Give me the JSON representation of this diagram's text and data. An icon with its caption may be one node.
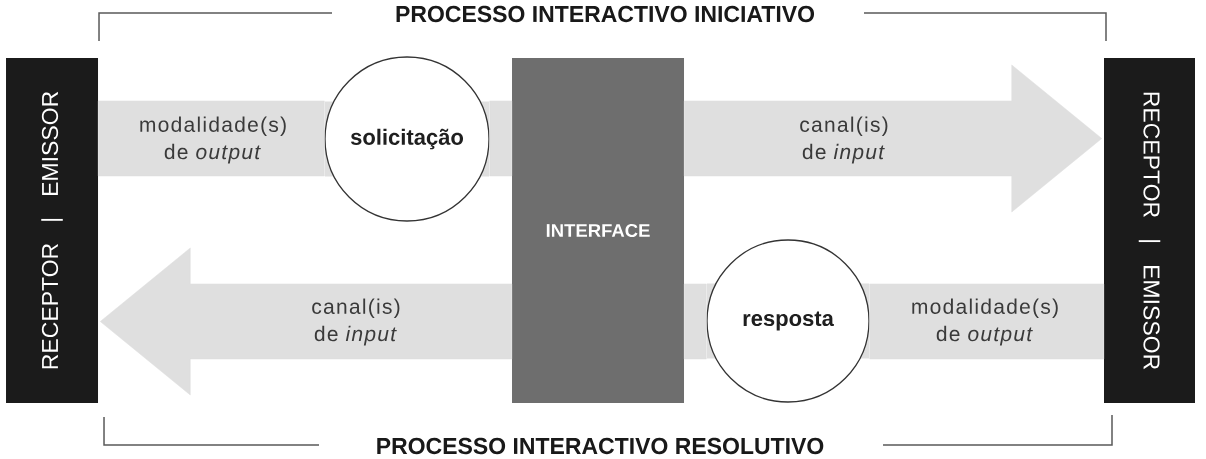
{
  "diagram": {
    "nodes": [
      {
        "text": [
          "RECEPTOR | EMISSOR"
        ]
      },
      {
        "text": [
          "solicitação"
        ]
      },
      {
        "text": [
          "INTERFACE"
        ]
      },
      {
        "text": [
          "RECEPTOR | EMISSOR"
        ]
      },
      {
        "text": [
          "resposta"
        ]
      }
    ],
    "edges": [
      {
        "from": 0,
        "to": 1,
        "arrow": "none",
        "label": "modalidade(s) de *output*"
      },
      {
        "from": 1,
        "to": 2,
        "arrow": "none"
      },
      {
        "from": 2,
        "to": 3,
        "arrow": "to",
        "label": "canal(is) de *input*"
      },
      {
        "from": 3,
        "to": 4,
        "arrow": "none",
        "label": "modalidade(s) de *output*"
      },
      {
        "from": 4,
        "to": 2,
        "arrow": "none"
      },
      {
        "from": 2,
        "to": 0,
        "arrow": "to",
        "label": "canal(is) de *input*"
      }
    ],
    "labels": [
      "PROCESSO INTERACTIVO INICIATIVO",
      "PROCESSO INTERACTIVO RESOLUTIVO"
    ]
  }
}
